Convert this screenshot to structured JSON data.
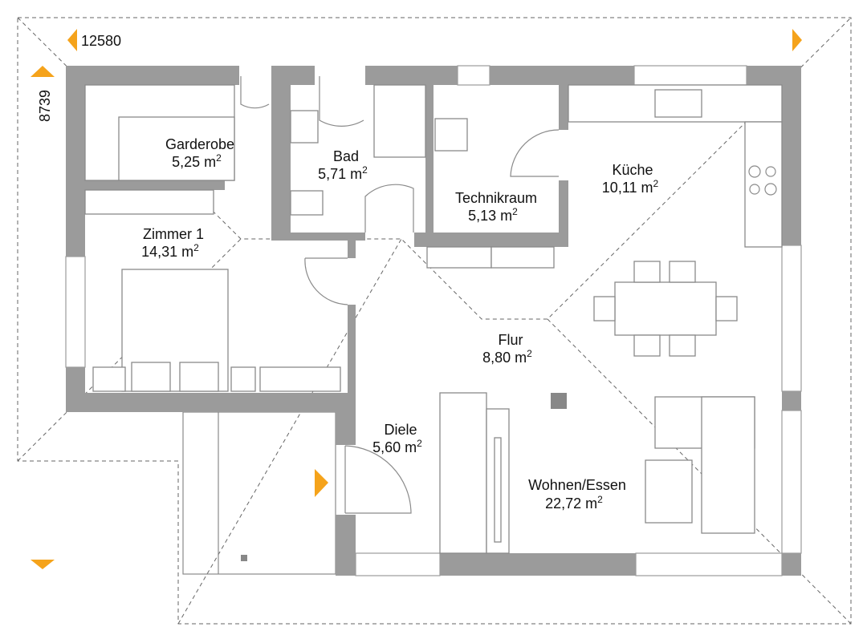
{
  "dimensions": {
    "width_label": "12580",
    "depth_label": "8739"
  },
  "rooms": [
    {
      "name": "Garderobe",
      "area": "5,25 m",
      "unit_sup": "2"
    },
    {
      "name": "Bad",
      "area": "5,71 m",
      "unit_sup": "2"
    },
    {
      "name": "Technikraum",
      "area": "5,13 m",
      "unit_sup": "2"
    },
    {
      "name": "Küche",
      "area": "10,11 m",
      "unit_sup": "2"
    },
    {
      "name": "Zimmer 1",
      "area": "14,31 m",
      "unit_sup": "2"
    },
    {
      "name": "Flur",
      "area": "8,80 m",
      "unit_sup": "2"
    },
    {
      "name": "Diele",
      "area": "5,60 m",
      "unit_sup": "2"
    },
    {
      "name": "Wohnen/Essen",
      "area": "22,72 m",
      "unit_sup": "2"
    }
  ],
  "colors": {
    "wall": "#9b9b9b",
    "marker": "#f5a31b"
  }
}
